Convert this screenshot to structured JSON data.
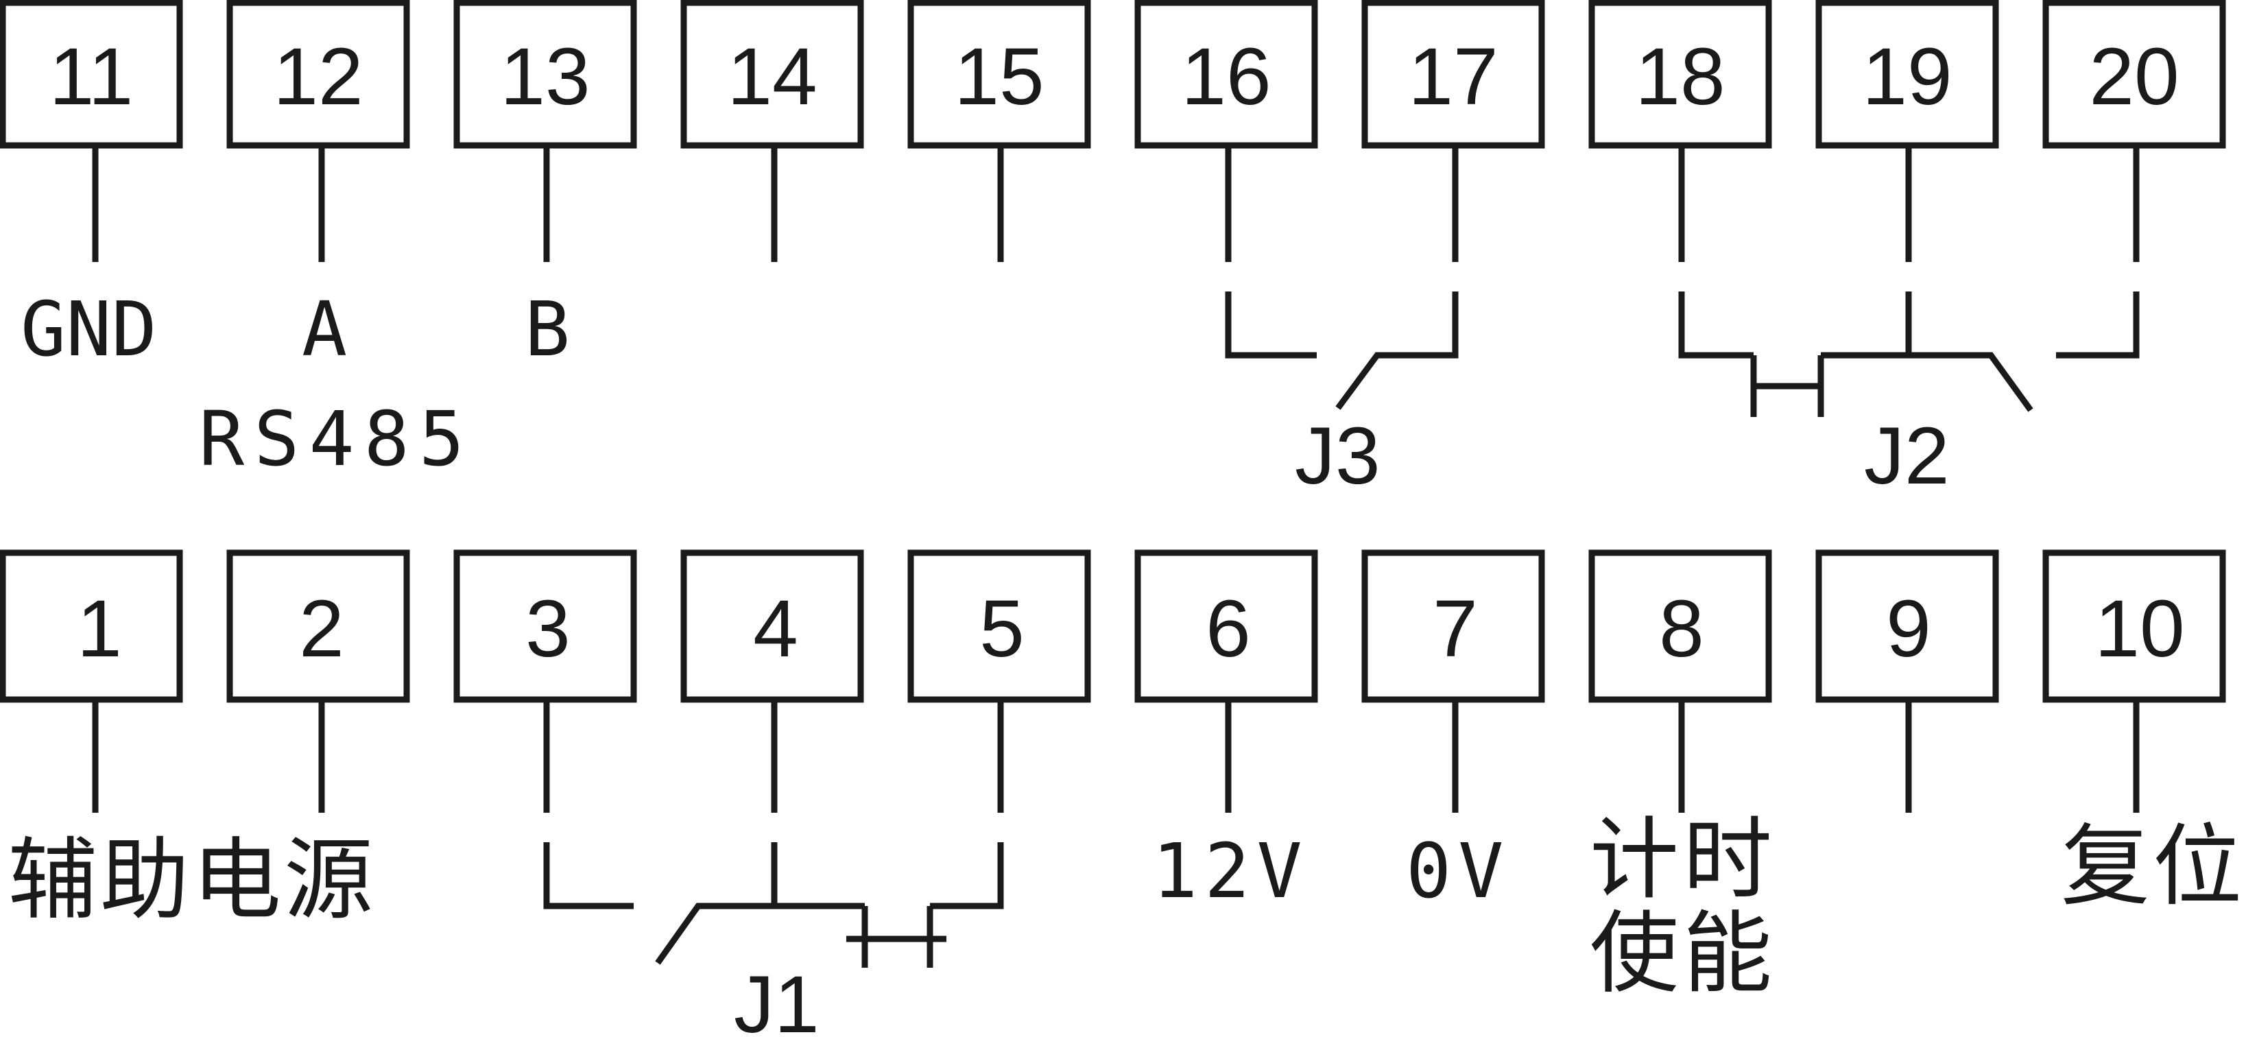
{
  "terminals_top": [
    "11",
    "12",
    "13",
    "14",
    "15",
    "16",
    "17",
    "18",
    "19",
    "20"
  ],
  "terminals_bottom": [
    "1",
    "2",
    "3",
    "4",
    "5",
    "6",
    "7",
    "8",
    "9",
    "10"
  ],
  "labels": {
    "gnd": "GND",
    "a": "A",
    "b": "B",
    "rs485": "RS485",
    "j3": "J3",
    "j2": "J2",
    "j1": "J1",
    "aux_power": "辅助电源",
    "v12": "12V",
    "v0": "0V",
    "timing_line1": "计时",
    "timing_line2": "使能",
    "reset": "复位"
  },
  "colors": {
    "line": "#1a1a1a",
    "background": "#ffffff"
  }
}
